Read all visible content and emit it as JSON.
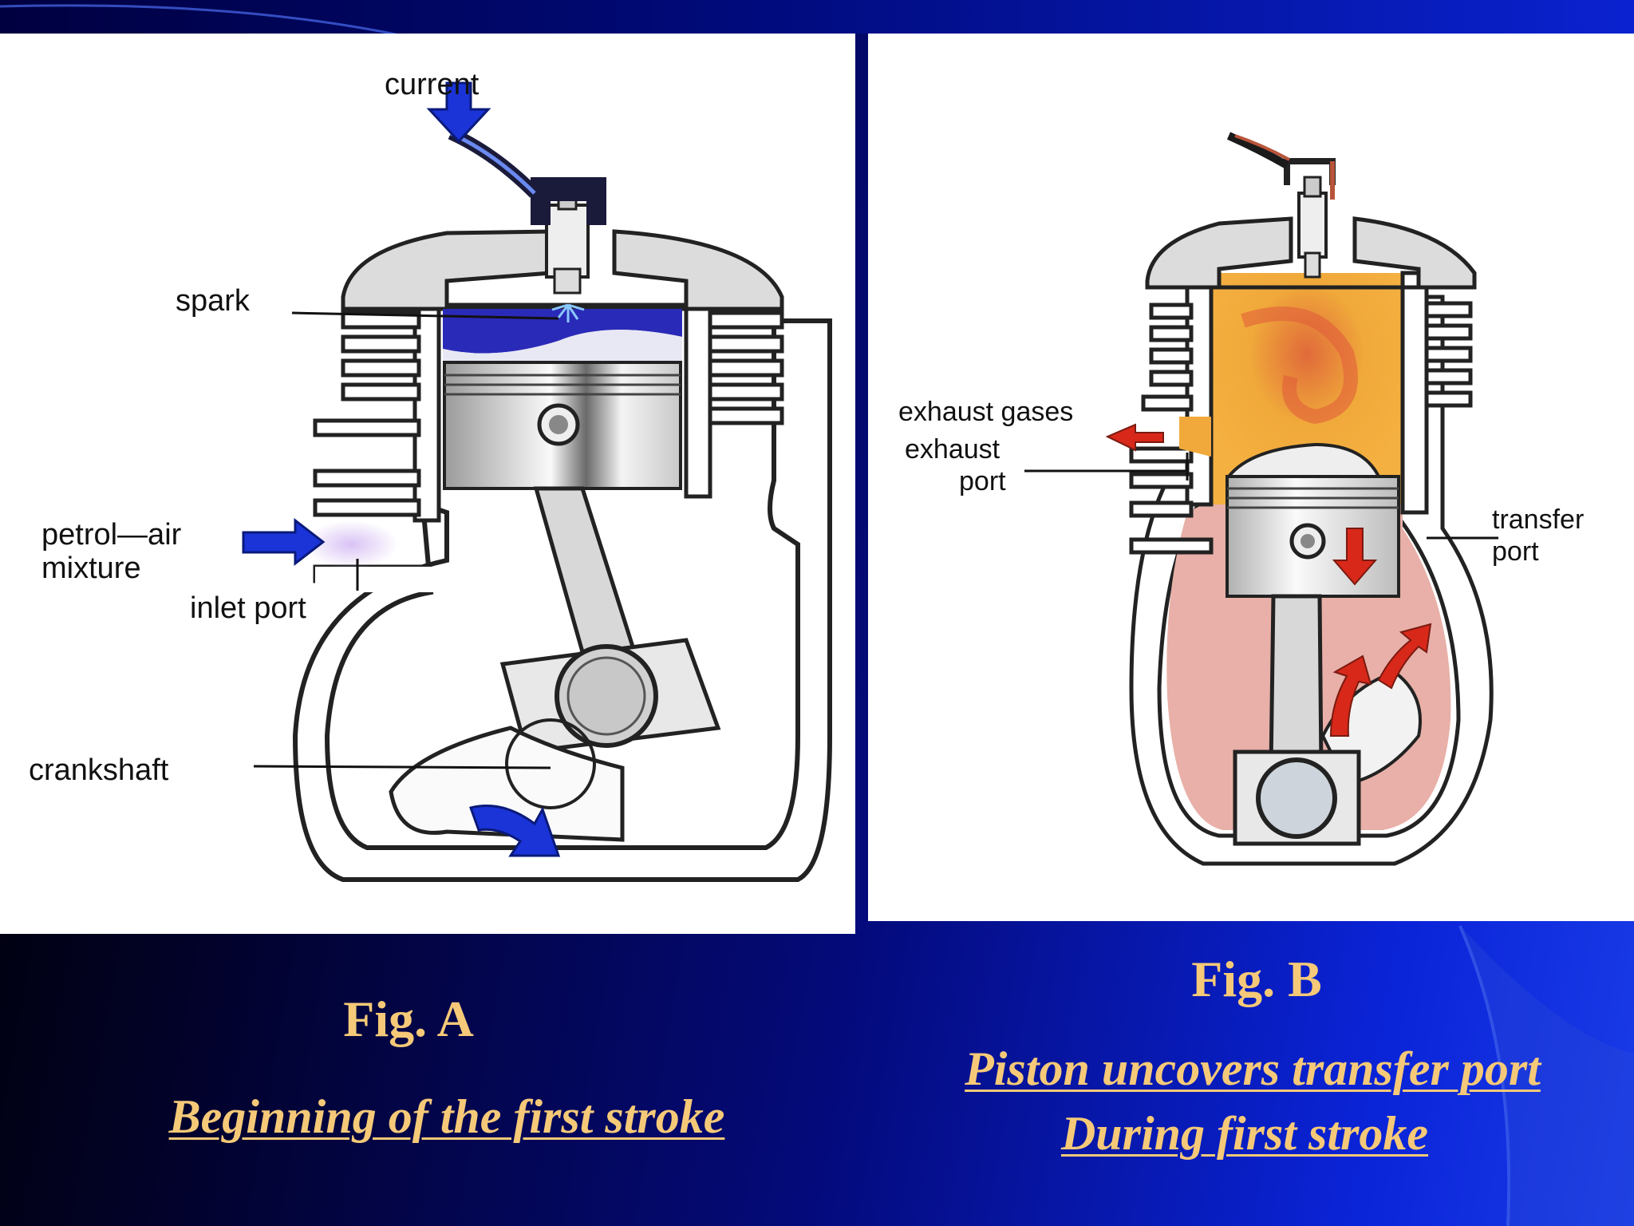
{
  "figures": {
    "a": {
      "label": "Fig. A",
      "caption": "Beginning of the first stroke",
      "callouts": {
        "current": "current",
        "spark": "spark",
        "petrol_air_line1": "petrol—air",
        "petrol_air_line2": "mixture",
        "inlet_port": "inlet port",
        "crankshaft": "crankshaft"
      }
    },
    "b": {
      "label": "Fig. B",
      "caption_line1": "Piston uncovers transfer port",
      "caption_line2": "During first stroke",
      "callouts": {
        "exhaust_gases": "exhaust gases",
        "exhaust_port_line1": "exhaust",
        "exhaust_port_line2": "port",
        "transfer_port_line1": "transfer",
        "transfer_port_line2": "port"
      }
    }
  },
  "icons": [
    "blue-arrow-icon",
    "red-arrow-icon",
    "spark-plug-icon"
  ],
  "colors": {
    "caption_text": "#f5c978",
    "flow_arrow_blue": "#1a34d8",
    "flow_arrow_red": "#d8281a",
    "combustion_orange": "#f0a93a",
    "crankcase_pink": "#e8b0a8"
  }
}
